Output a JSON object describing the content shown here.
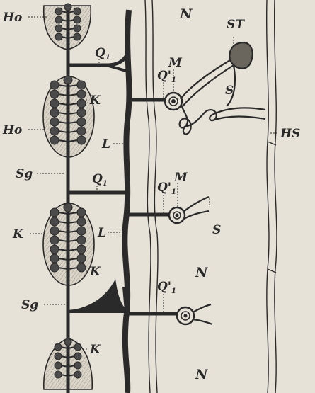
{
  "labels": {
    "ho_top": "Ho",
    "ho_mid": "Ho",
    "q_top": "Q",
    "q_top_sub": "1",
    "q_mid": "Q",
    "q_mid_sub": "1",
    "qp1": "Q'",
    "qp2": "Q'",
    "qp3": "Q'",
    "qp_sub": "1",
    "k1": "K",
    "k2": "K",
    "k3": "K",
    "k4": "K",
    "l1": "L",
    "l2": "L",
    "sg1": "Sg",
    "sg2": "Sg",
    "m1": "M",
    "m2": "M",
    "s1": "S",
    "s2": "S",
    "st": "ST",
    "hs": "HS",
    "n1": "N",
    "n2": "N",
    "n3": "N"
  },
  "colors": {
    "ink": "#2a2a2a",
    "paper": "#e6e2d8",
    "hatch": "#b9b4a8"
  }
}
